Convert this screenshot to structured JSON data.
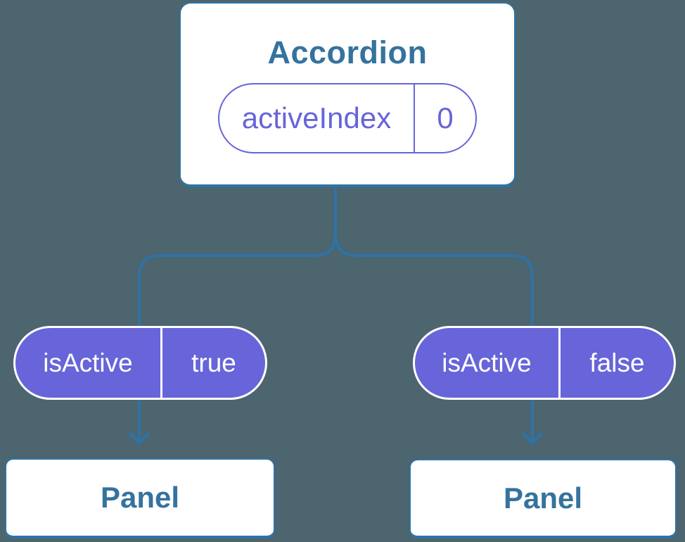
{
  "diagram": {
    "kind": "react-component-tree",
    "root": {
      "title": "Accordion",
      "state": {
        "name": "activeIndex",
        "value": "0"
      }
    },
    "children": [
      {
        "prop": {
          "name": "isActive",
          "value": "true"
        },
        "label": "Panel"
      },
      {
        "prop": {
          "name": "isActive",
          "value": "false"
        },
        "label": "Panel"
      }
    ],
    "colors": {
      "background": "#4c656e",
      "connector_blue": "#2e73a6",
      "node_border": "#2e73a6",
      "node_title_text": "#35739e",
      "card_background": "#ffffff",
      "state_pill_accent": "#6765da",
      "prop_pill_fill": "#6765d9",
      "prop_pill_text": "#ffffff"
    }
  }
}
